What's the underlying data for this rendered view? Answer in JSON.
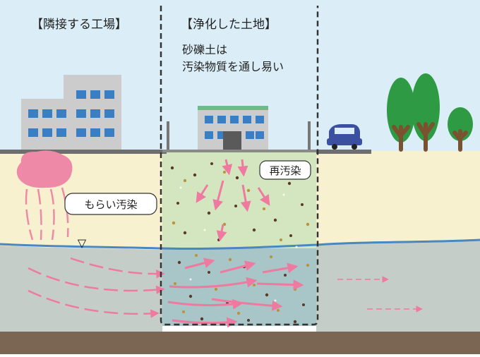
{
  "labels": {
    "neighbor_factory": "【隣接する工場】",
    "remediated_land": "【浄化した土地】",
    "soil_note_line1": "砂礫土は",
    "soil_note_line2": "汚染物質を通し易い",
    "recontamination": "再汚染",
    "migration_contamination": "もらい汚染",
    "water_table_symbol": "▽"
  },
  "colors": {
    "sky": "#dbeef8",
    "ground_surface": "#f7f1cf",
    "groundwater": "#c5cdc8",
    "bedrock": "#7b6654",
    "water_table_line": "#4a87c0",
    "remediated_unsaturated": "#d4e6c0",
    "remediated_saturated": "#a8c5c7",
    "contaminant_plume": "#ef89a8",
    "boundary_dash": "#333333",
    "tree_green": "#2e9a44",
    "car_blue": "#3b50a0"
  },
  "icons": [
    "factory-icon",
    "house-icon",
    "car-icon",
    "tree-icon",
    "contamination-plume-icon",
    "flow-arrow-icon"
  ]
}
